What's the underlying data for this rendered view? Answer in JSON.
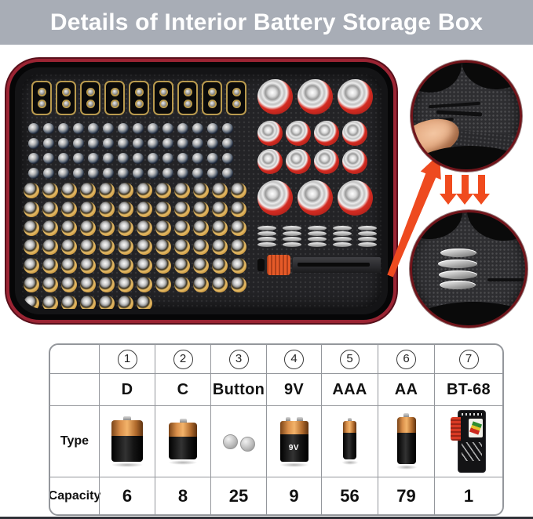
{
  "header": {
    "title": "Details of Interior Battery Storage Box"
  },
  "colors": {
    "header_bg": "#a8adb6",
    "accent_orange": "#f04b1e",
    "zipper_red": "#9b2433",
    "detail_circle_rim": "#70141a",
    "table_border": "#94979c"
  },
  "photo": {
    "compartments": {
      "nine_volt_count": 9,
      "aaa_rows": 4,
      "aaa_cols": 14,
      "aa_total": 79,
      "d_top_count": 3,
      "c_rows": 2,
      "c_cols": 4,
      "d_bottom_count": 3,
      "button_stack_count": 5,
      "coins_per_stack": 4,
      "tester_count": 1
    }
  },
  "table": {
    "row_labels": {
      "type": "Type",
      "capacity": "Capacity"
    },
    "nine_v_print": "9V",
    "columns": [
      {
        "num": "1",
        "name": "D",
        "capacity": "6",
        "icon": "d-battery-icon"
      },
      {
        "num": "2",
        "name": "C",
        "capacity": "8",
        "icon": "c-battery-icon"
      },
      {
        "num": "3",
        "name": "Button",
        "capacity": "25",
        "icon": "button-cells-icon"
      },
      {
        "num": "4",
        "name": "9V",
        "capacity": "9",
        "icon": "9v-battery-icon"
      },
      {
        "num": "5",
        "name": "AAA",
        "capacity": "56",
        "icon": "aaa-battery-icon"
      },
      {
        "num": "6",
        "name": "AA",
        "capacity": "79",
        "icon": "aa-battery-icon"
      },
      {
        "num": "7",
        "name": "BT-68",
        "capacity": "1",
        "icon": "battery-tester-icon"
      }
    ]
  }
}
